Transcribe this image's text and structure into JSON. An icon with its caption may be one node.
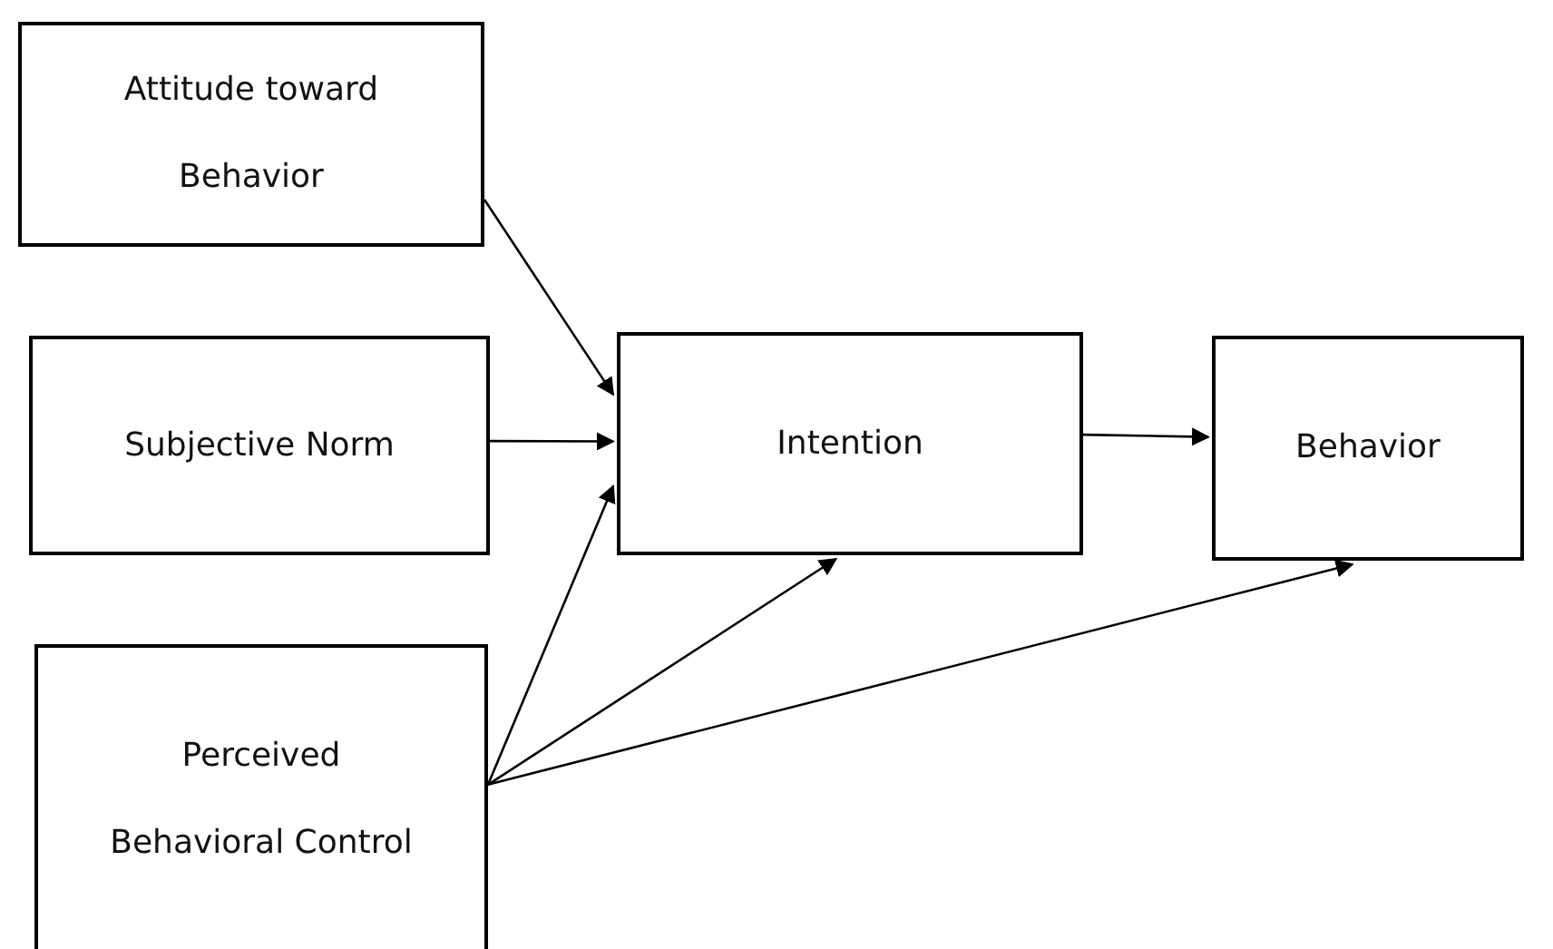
{
  "diagram": {
    "nodes": [
      {
        "text": [
          "Attitude toward Behavior"
        ]
      },
      {
        "text": [
          "Subjective Norm"
        ]
      },
      {
        "text": [
          "Intention"
        ]
      },
      {
        "text": [
          "Behavior"
        ]
      },
      {
        "text": [
          "Perceived Behavioral Control"
        ]
      }
    ],
    "edges": [
      {
        "from": 0,
        "to": 2,
        "arrow": "to"
      },
      {
        "from": 1,
        "to": 2,
        "arrow": "to"
      },
      {
        "from": 4,
        "to": 2,
        "arrow": "to"
      },
      {
        "from": 4,
        "to": 2,
        "arrow": "to"
      },
      {
        "from": 4,
        "to": 3,
        "arrow": "to"
      },
      {
        "from": 2,
        "to": 3,
        "arrow": "to"
      }
    ]
  }
}
